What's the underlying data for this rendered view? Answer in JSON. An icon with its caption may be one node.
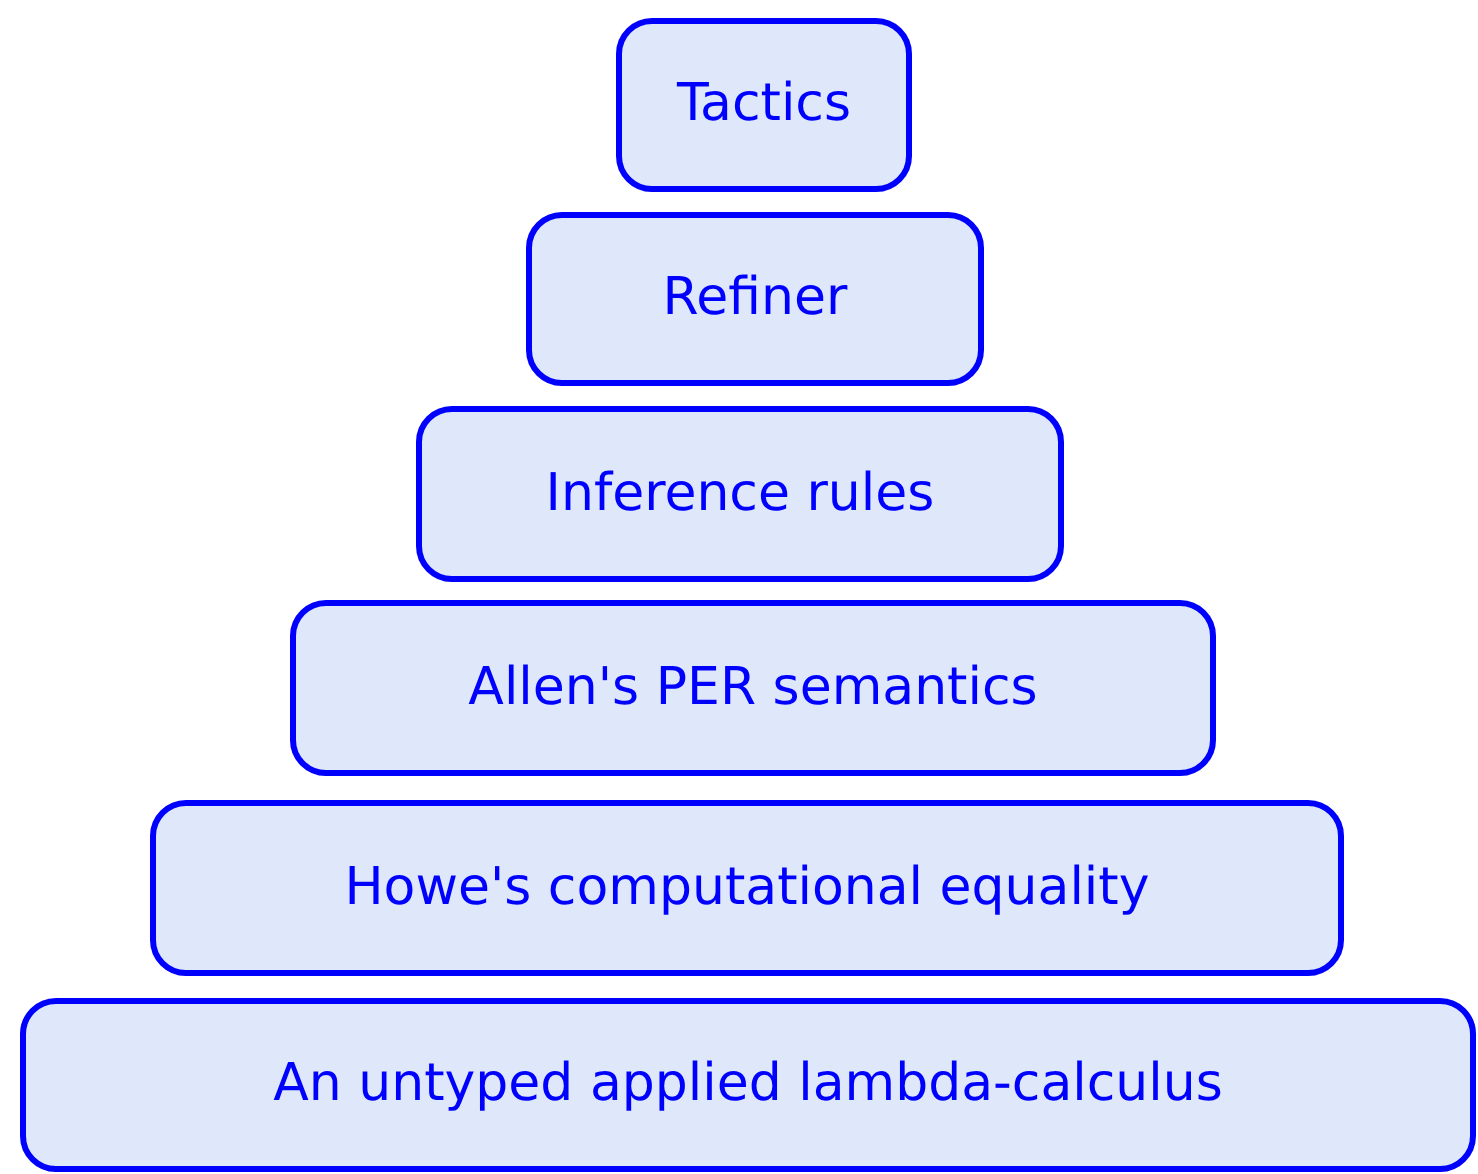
{
  "diagram": {
    "nodes": [
      {
        "text": [
          "Tactics"
        ]
      },
      {
        "text": [
          "Refiner"
        ]
      },
      {
        "text": [
          "Inference rules"
        ]
      },
      {
        "text": [
          "Allen's PER semantics"
        ]
      },
      {
        "text": [
          "Howe's computational equality"
        ]
      },
      {
        "text": [
          "An untyped applied lambda-calculus"
        ]
      }
    ]
  }
}
